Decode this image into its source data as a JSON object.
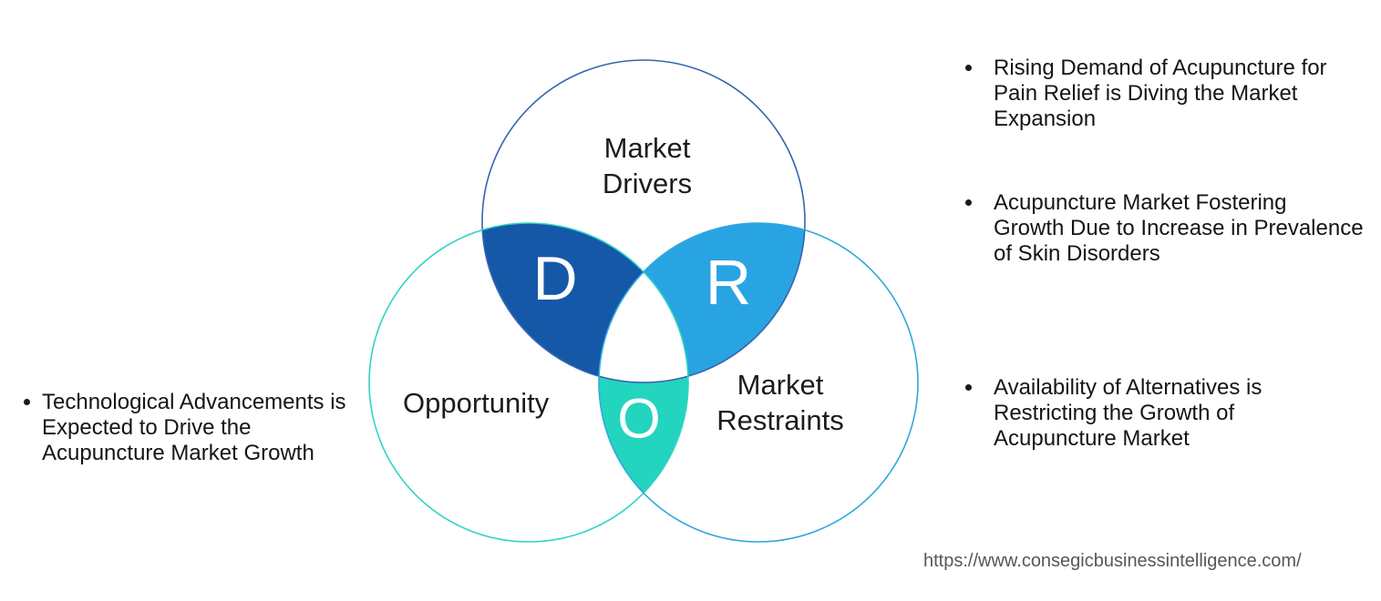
{
  "venn": {
    "drivers": {
      "label": "Market\nDrivers",
      "letter": "D",
      "fill": "#1558A8",
      "stroke": "#3465B0"
    },
    "restraints": {
      "label": "Market\nRestraints",
      "letter": "R",
      "fill": "#29A4E2",
      "stroke": "#30A7E0"
    },
    "opportunity": {
      "label": "Opportunity",
      "letter": "O",
      "fill": "#23D5BE",
      "stroke": "#2FD4C4"
    },
    "center_fill": "#ffffff"
  },
  "bullets": {
    "left": [
      {
        "text": "Technological Advancements is\nExpected to Drive the\nAcupuncture Market Growth"
      }
    ],
    "right": [
      {
        "text": "Rising Demand of Acupuncture for\nPain Relief is Diving the Market\nExpansion"
      },
      {
        "text": "Acupuncture Market Fostering\nGrowth Due to Increase in Prevalence\nof Skin Disorders"
      },
      {
        "text": "Availability of Alternatives is\nRestricting the Growth of\nAcupuncture Market"
      }
    ]
  },
  "footer": {
    "url": "https://www.consegicbusinessintelligence.com/"
  }
}
